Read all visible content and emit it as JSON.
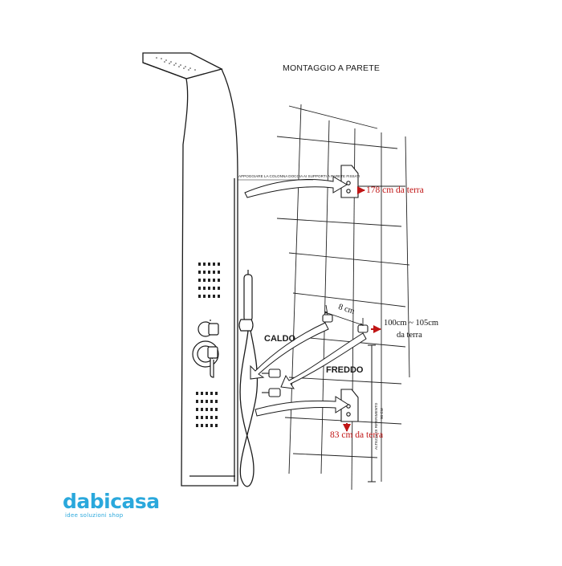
{
  "title": "MONTAGGIO A PARETE",
  "labels": {
    "hot": "CALDO",
    "cold": "FREDDO",
    "column_note": "APPOGGIARE LA COLONNA DOCCIA AI SUPPORTI A PARETE FISSATI",
    "reference_height": "ALTEZZA DI RIFERIMENTO",
    "reference_value": "98 CM"
  },
  "measurements": {
    "top_bracket": "178 cm da terra",
    "inlet_spacing": "8 cm",
    "inlet_height_range": "100cm ~ 105cm",
    "inlet_height_unit": "da terra",
    "bottom_bracket": "83 cm da terra"
  },
  "brand": {
    "name": "dabicasa",
    "tagline": "idee soluzioni shop",
    "color": "#2aa8dc"
  },
  "colors": {
    "line": "#1a1a1a",
    "measure_red": "#c01515"
  }
}
